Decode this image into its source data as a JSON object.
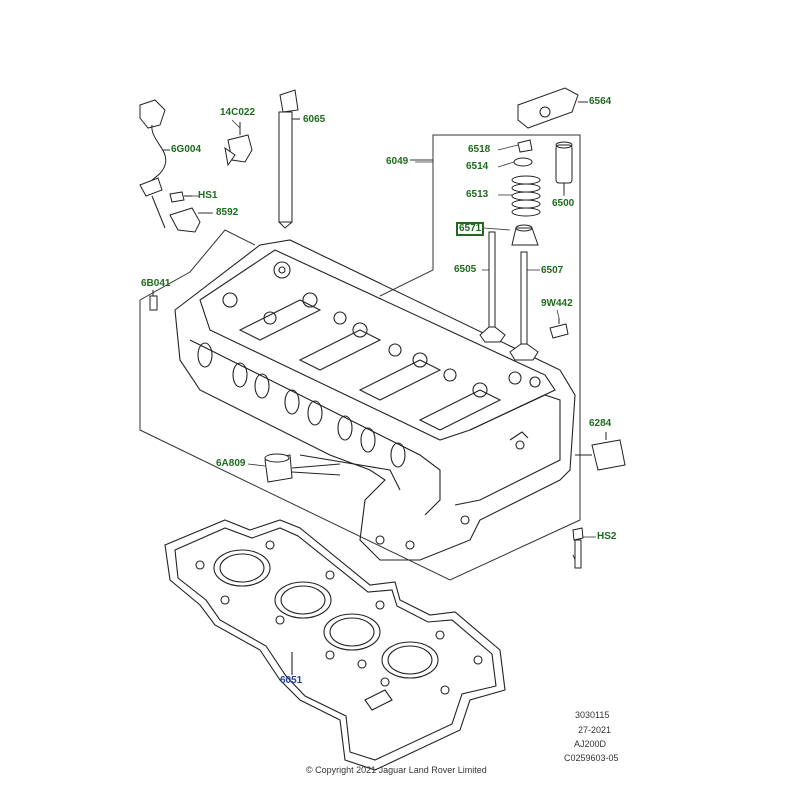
{
  "colors": {
    "callout_green": "#1e6b1e",
    "callout_blue": "#1f3fa8",
    "line": "#222222",
    "highlight_box": "#1e6b1e"
  },
  "labels": {
    "p6564": "6564",
    "p6065": "6065",
    "p14C022": "14C022",
    "p6G004": "6G004",
    "p6049": "6049",
    "p6518": "6518",
    "p6514": "6514",
    "p6513": "6513",
    "p6500": "6500",
    "pHS1": "HS1",
    "p8592": "8592",
    "p6571": "6571",
    "p6505": "6505",
    "p6507": "6507",
    "p6B041": "6B041",
    "p9W442": "9W442",
    "p6284": "6284",
    "p6A809": "6A809",
    "pHS2": "HS2",
    "p6051": "6051"
  },
  "footer": {
    "ref1": "3030115",
    "date": "27-2021",
    "model": "AJ200D",
    "code": "C0259603-05",
    "copyright": "© Copyright 2021 Jaguar Land Rover Limited"
  }
}
